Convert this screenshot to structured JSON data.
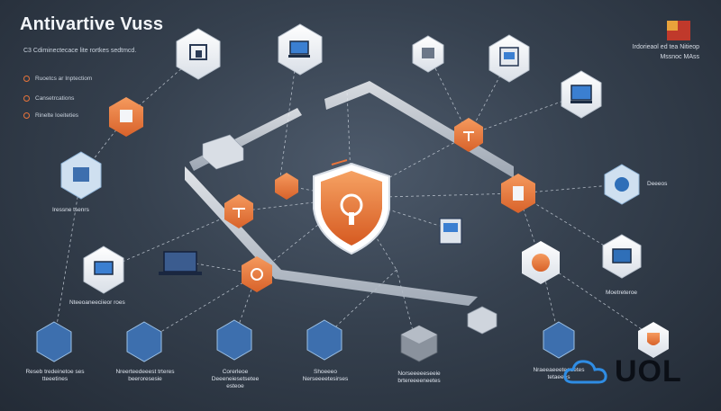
{
  "header": {
    "title": "Antivartive Vuss",
    "subtitle": "C3 Cdiminectecace lite rortkes sedtmcd.",
    "legend": [
      {
        "label": "Ruoetcs ar Inptectiom",
        "icon": "check-circle-icon"
      },
      {
        "label": "Cansetrcations",
        "icon": "check-circle-icon"
      },
      {
        "label": "Rinelte Ioeiteties",
        "icon": "check-circle-icon"
      }
    ],
    "right_text": "Irdorieaol ed tea Nitieop Mssnoc MAss",
    "flag_icon": "flag-icon"
  },
  "center": {
    "label": "",
    "icon": "shield-icon"
  },
  "labels": {
    "left_top": "Iressne tsenrs",
    "left_mid": "Nteeoaneeciieor roes",
    "bottom_1": "Reseb tredeinetoe ses tteeetines",
    "bottom_2": "Nreerteedeeest trteres beeroresesie",
    "bottom_3": "Corerleoe Deeeneiesetsetee esteoe",
    "bottom_4": "Shoeeeo Nerseeeetesirses",
    "bottom_5": "Norseeeeeseeie brtereeeeneetes",
    "bottom_6": "Nraeeaeeeteeeetes tetaeees",
    "right_mid": "Deeeos",
    "right_low": "Moetreteroe"
  },
  "watermark": {
    "text": "UOL",
    "icon": "cloud-icon"
  },
  "colors": {
    "accent": "#e8743b",
    "bg_dark": "#232b36",
    "bg_light": "#4d5a6b",
    "line": "#c7cfd9",
    "cloud": "#2f8de4"
  }
}
